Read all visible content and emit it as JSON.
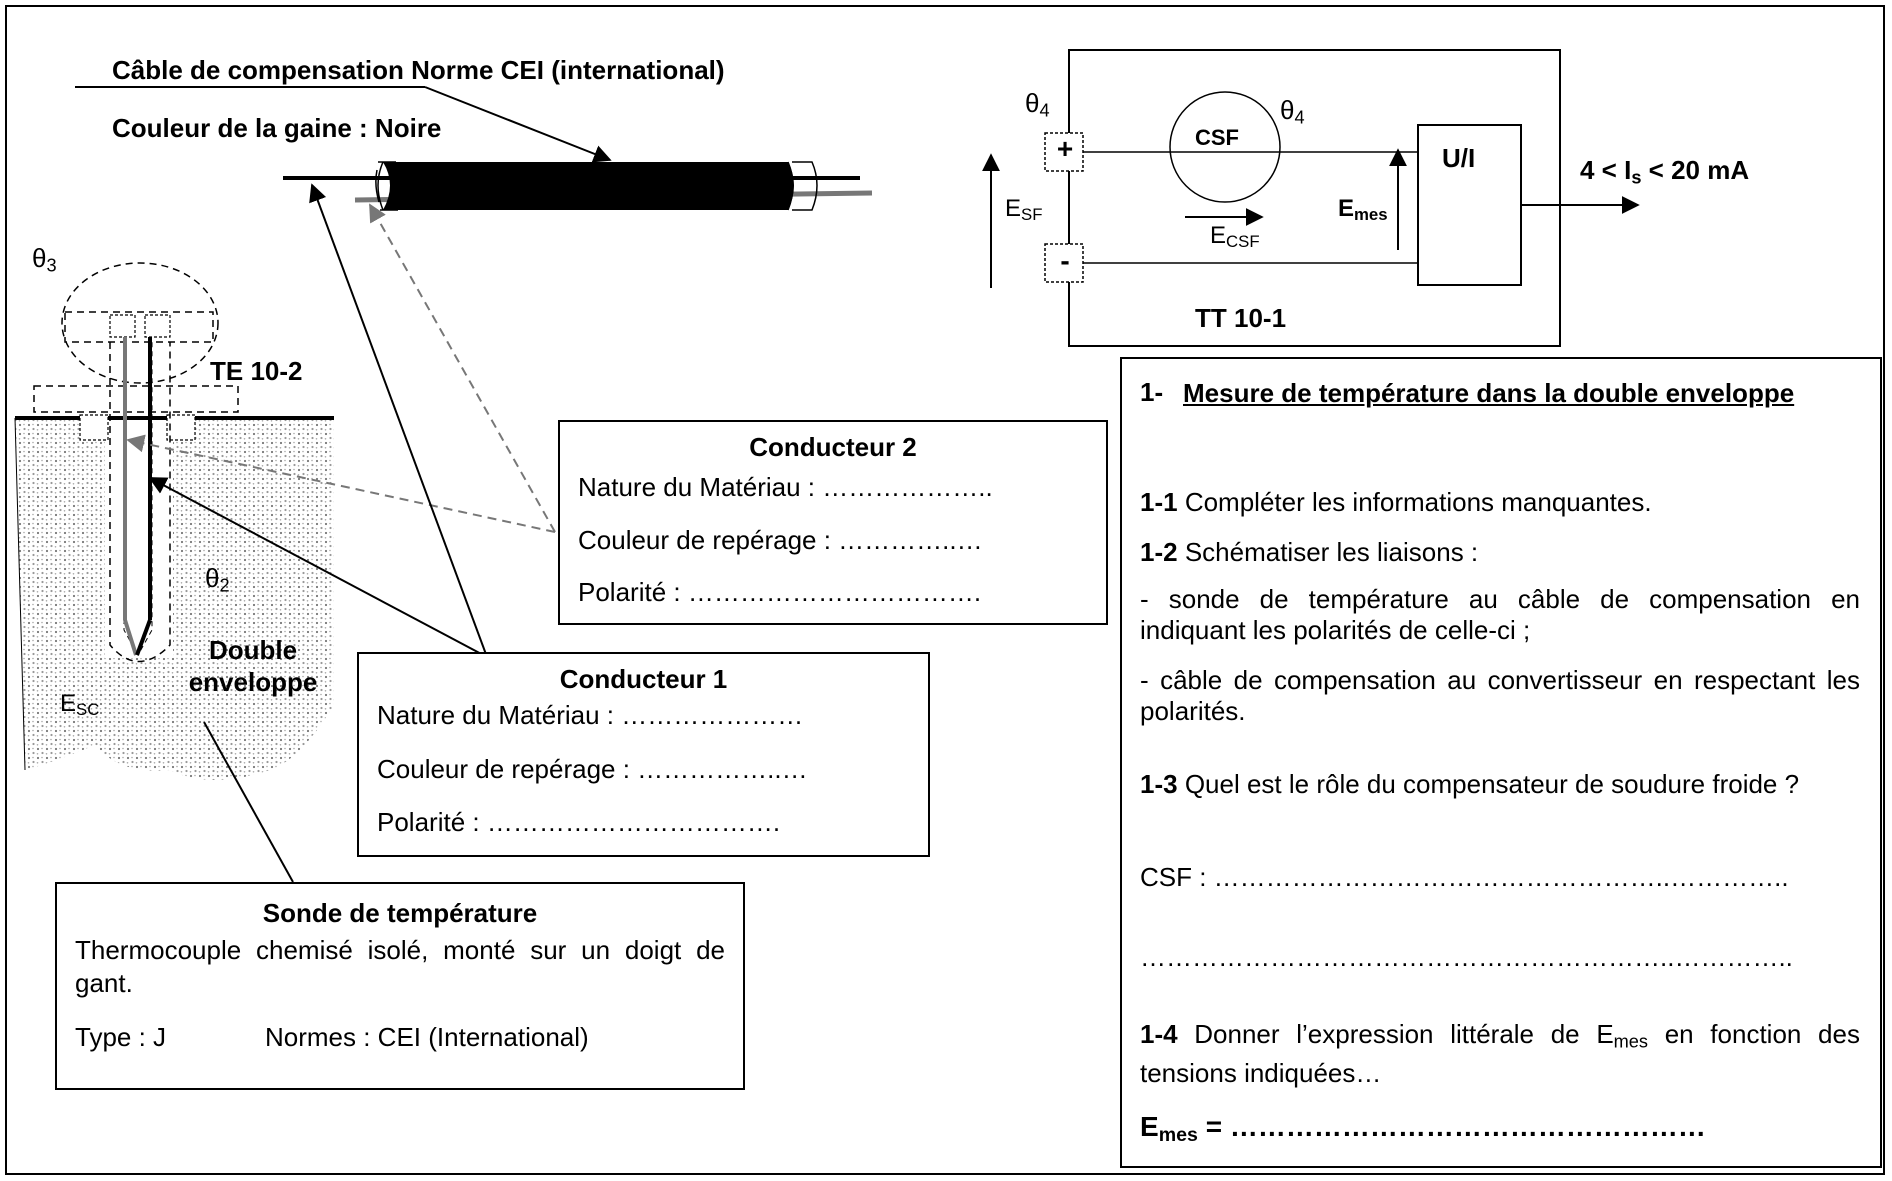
{
  "cable": {
    "title": "Câble de compensation Norme CEI (international)",
    "sheath": "Couleur de la gaine : Noire"
  },
  "probe": {
    "tag": "TE 10-2",
    "theta3": "θ3",
    "theta2": "θ2",
    "esc": "ESC",
    "jacket": "Double enveloppe"
  },
  "transmitter": {
    "theta4_left": "θ4",
    "theta4_right": "θ4",
    "plus": "+",
    "minus": "-",
    "csf": "CSF",
    "ui": "U/I",
    "esf": "ESF",
    "ecsf": "ECSF",
    "emes": "Emes",
    "output": "4 < Is < 20 mA",
    "tag": "TT 10-1"
  },
  "conducteur2": {
    "title": "Conducteur 2",
    "nature": "Nature du Matériau : ………………..",
    "couleur": "Couleur de repérage : …………..…",
    "polarite": "Polarité : ……………………………."
  },
  "conducteur1": {
    "title": "Conducteur 1",
    "nature": "Nature du Matériau : …………………",
    "couleur": "Couleur de repérage : ……………..…",
    "polarite": "Polarité : ……………………………."
  },
  "sonde": {
    "title": "Sonde de température",
    "desc": "Thermocouple chemisé isolé, monté sur un doigt de gant.",
    "type": "Type : J",
    "normes": "Normes : CEI (International)"
  },
  "questions": {
    "q1_num": "1-",
    "q1_title": "Mesure de température dans la double enveloppe",
    "q11_num": "1-1",
    "q11_text": "Compléter les informations manquantes.",
    "q12_num": "1-2",
    "q12_text": "Schématiser les liaisons :",
    "q12_a": "- sonde de température au câble de compensation en indiquant les polarités de celle-ci ;",
    "q12_b": "- câble de compensation au convertisseur en respectant les polarités.",
    "q13_num": "1-3",
    "q13_text": "Quel est le rôle du compensateur de soudure froide ?",
    "csf_line": "CSF : ……………………………………………..…………..",
    "dots_line": "……………………………………………………..…………..",
    "q14_num": "1-4",
    "q14_text_a": "Donner l’expression littérale de",
    "q14_var": "Emes",
    "q14_text_b": "en fonction des tensions indiquées…",
    "emes_lhs": "Emes",
    "emes_rhs": "= ……………………………………………"
  }
}
